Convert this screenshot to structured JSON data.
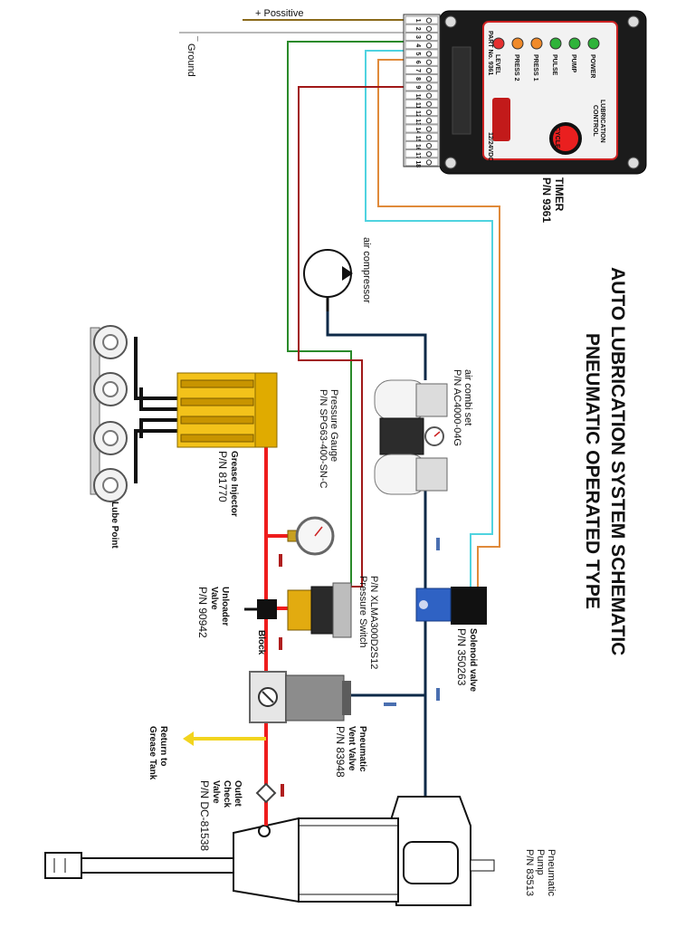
{
  "title": {
    "line1": "AUTO LUBRICATION SYSTEM SCHEMATIC",
    "line2": "PNEUMATIC OPERATED TYPE"
  },
  "wiring": {
    "positive": "+ Possitive",
    "ground": "Ground"
  },
  "timer": {
    "name": "TIMER",
    "part": "P/N 9361",
    "panel_title_1": "LUBRICATION",
    "panel_title_2": "CONTROL",
    "cycle_label": "CYCLE",
    "voltage": "12/24VDC",
    "partno_text": "PART No. 9361",
    "leds": [
      {
        "label": "POWER",
        "color": "#2fb33a"
      },
      {
        "label": "PUMP",
        "color": "#2fb33a"
      },
      {
        "label": "PULSE",
        "color": "#2fb33a"
      },
      {
        "label": "PRESS 1",
        "color": "#f08a2a"
      },
      {
        "label": "PRESS 2",
        "color": "#f08a2a"
      },
      {
        "label": "LEVEL",
        "color": "#e53030"
      }
    ],
    "terminals": [
      "1",
      "2",
      "3",
      "4",
      "5",
      "6",
      "7",
      "8",
      "9",
      "10",
      "11",
      "12",
      "13",
      "14",
      "15",
      "16",
      "17",
      "18"
    ]
  },
  "components": {
    "air_compressor": "air compressor",
    "air_combi_set": "air combi set",
    "air_combi_pn": "P/N AC4000-04G",
    "solenoid_valve": "Solenoid valve",
    "solenoid_pn": "P/N 350263",
    "pressure_gauge": "Pressure Gauge",
    "pressure_gauge_pn": "P/N SPG63-400-SN-C",
    "pressure_switch": "Pressure Switch",
    "pressure_switch_pn": "P/N XLMA300D2S12",
    "grease_injector": "Grease Injector",
    "grease_injector_pn": "P/N 81770",
    "lube_point": "Lube Point",
    "unloader_valve_1": "Unloader",
    "unloader_valve_2": "Valve",
    "unloader_pn": "P/N 90942",
    "block": "Block",
    "vent_valve_1": "Pneumatic",
    "vent_valve_2": "Vent Valve",
    "vent_valve_pn": "P/N 83948",
    "return_1": "Return to",
    "return_2": "Grease Tank",
    "check_valve_1": "Outlet",
    "check_valve_2": "Check",
    "check_valve_3": "Valve",
    "check_valve_pn": "P/N DC-81538",
    "pump_1": "Pneumatic",
    "pump_2": "Pump",
    "pump_pn": "P/N 83513"
  },
  "colors": {
    "positive_wire": "#8a6a1a",
    "ground_wire": "#b8b8b8",
    "green_wire": "#2a8a2a",
    "cyan_wire": "#4fd3e0",
    "orange_wire": "#e08a3a",
    "dark_red_wire": "#a01818",
    "air_line": "#0e2a48",
    "grease_line": "#ee1c1c",
    "return_line": "#f2d41e",
    "injector_yellow": "#f3c21a"
  }
}
